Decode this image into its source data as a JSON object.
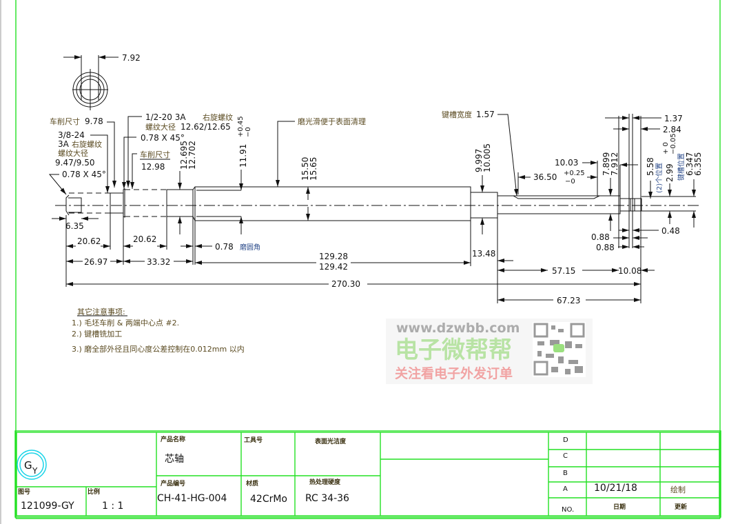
{
  "drawing": {
    "end_view": {
      "dia": "7.92"
    },
    "left_thread": {
      "turn_label": "车削尺寸",
      "turn_value": "9.78",
      "spec": "3/8-24",
      "class": "3A",
      "hand": "右旋螺纹",
      "major_label": "螺纹大径",
      "major_value": "9.47/9.50",
      "chamfer": "0.78 X 45°"
    },
    "mid_thread": {
      "spec": "1/2-20  3A",
      "hand": "右旋螺纹",
      "major_label": "螺纹大径",
      "major_value": "12.62/12.65",
      "chamfer": "0.78 X 45°",
      "turn_label": "车削尺寸",
      "turn_value": "12.98"
    },
    "dims": {
      "d12695": "12.695",
      "d12702": "12.702",
      "d1191": "11.91",
      "d1191_tol_up": "+0.45",
      "d1191_tol_dn": "−0",
      "polish_note": "磨光滑便于表面清理",
      "d1550": "15.50",
      "d1565": "15.65",
      "d9997": "9.997",
      "d10005": "10.005",
      "key_width_label": "键槽宽度",
      "key_width": "1.57",
      "d1003": "10.03",
      "d3650": "36.50",
      "d3650_up": "+0.25",
      "d3650_dn": "−0",
      "d7899": "7.899",
      "d7912": "7.912",
      "d137": "1.37",
      "d284": "2.84",
      "d558": "5.58",
      "d558_note": "(2)个位置",
      "d299": "2.99",
      "d299_up": "+ 0",
      "d299_dn": "−0.05",
      "d299_note": "键槽位置",
      "d6347": "6.347",
      "d6355": "6.355",
      "d635": "6.35",
      "d2062a": "20.62",
      "d2697": "26.97",
      "d2062b": "20.62",
      "d3332": "33.32",
      "d078": "0.78",
      "d078_note": "磨圆角",
      "d12928": "129.28",
      "d12942": "129.42",
      "d27030": "270.30",
      "d1348": "13.48",
      "d5715": "57.15",
      "d1008": "10.08",
      "d6723": "67.23",
      "d048": "0.48",
      "d088a": "0.88",
      "d088b": "0.88"
    }
  },
  "notes": {
    "title": "其它注意事项:",
    "items": [
      "1.)  毛坯车削  &  两端中心点  #2.",
      "2.)  键槽铣加工",
      "3.)  磨全部外径且同心度公差控制在0.012mm 以内"
    ]
  },
  "watermark": {
    "url": "www.dzwbb.com",
    "brand": "电子微帮帮",
    "slogan": "关注看电子外发订单"
  },
  "title_block": {
    "logo": "GY",
    "drawing_no_label": "图号",
    "drawing_no": "121099-GY",
    "scale_label": "比例",
    "scale": "1 : 1",
    "product_name_label": "产品名称",
    "product_name": "芯轴",
    "product_code_label": "产品编号",
    "product_code": "CH-41-HG-004",
    "tool_no_label": "工具号",
    "material_label": "材质",
    "material": "42CrMo",
    "surface_label": "表面光洁度",
    "heat_label": "热处理硬度",
    "heat": "RC  34-36",
    "revisions": [
      {
        "no": "D",
        "date": "",
        "update": ""
      },
      {
        "no": "C",
        "date": "",
        "update": ""
      },
      {
        "no": "B",
        "date": "",
        "update": ""
      },
      {
        "no": "A",
        "date": "10/21/18",
        "update": "绘制"
      }
    ],
    "rev_no_label": "NO.",
    "rev_date_label": "日期",
    "rev_update_label": "更新"
  },
  "colors": {
    "frame": "#22e022",
    "logo": "#19d4e8",
    "ink": "#111111"
  }
}
